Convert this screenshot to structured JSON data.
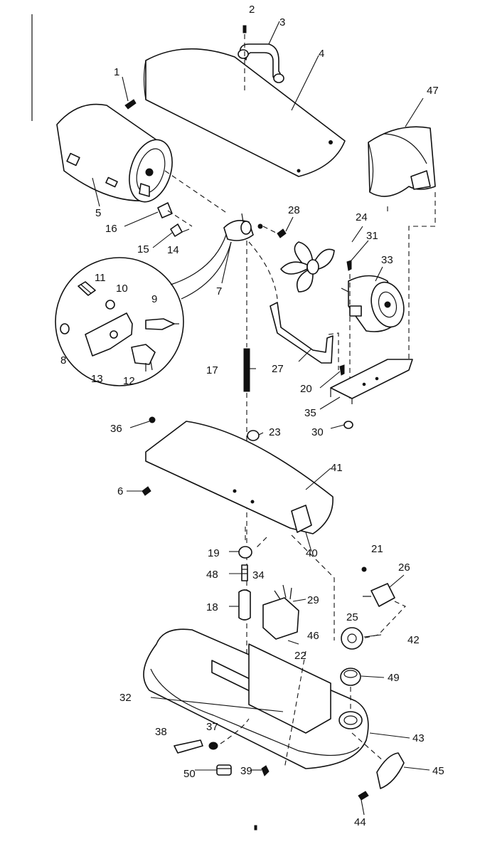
{
  "labels": {
    "l1": "1",
    "l2": "2",
    "l3": "3",
    "l4": "4",
    "l5": "5",
    "l6": "6",
    "l7": "7",
    "l8": "8",
    "l9": "9",
    "l10": "10",
    "l11": "11",
    "l12": "12",
    "l13": "13",
    "l14": "14",
    "l15": "15",
    "l16": "16",
    "l17": "17",
    "l18": "18",
    "l19": "19",
    "l20": "20",
    "l21": "21",
    "l22": "22",
    "l23": "23",
    "l24": "24",
    "l25": "25",
    "l26": "26",
    "l27": "27",
    "l28": "28",
    "l29": "29",
    "l30": "30",
    "l31": "31",
    "l32": "32",
    "l33": "33",
    "l34": "34",
    "l35": "35",
    "l36": "36",
    "l37": "37",
    "l38": "38",
    "l39": "39",
    "l40": "40",
    "l41": "41",
    "l42": "42",
    "l43": "43",
    "l44": "44",
    "l45": "45",
    "l46": "46",
    "l47": "47",
    "l48": "48",
    "l49": "49",
    "l50": "50"
  },
  "colors": {
    "ink": "#111111",
    "paper": "#ffffff"
  }
}
